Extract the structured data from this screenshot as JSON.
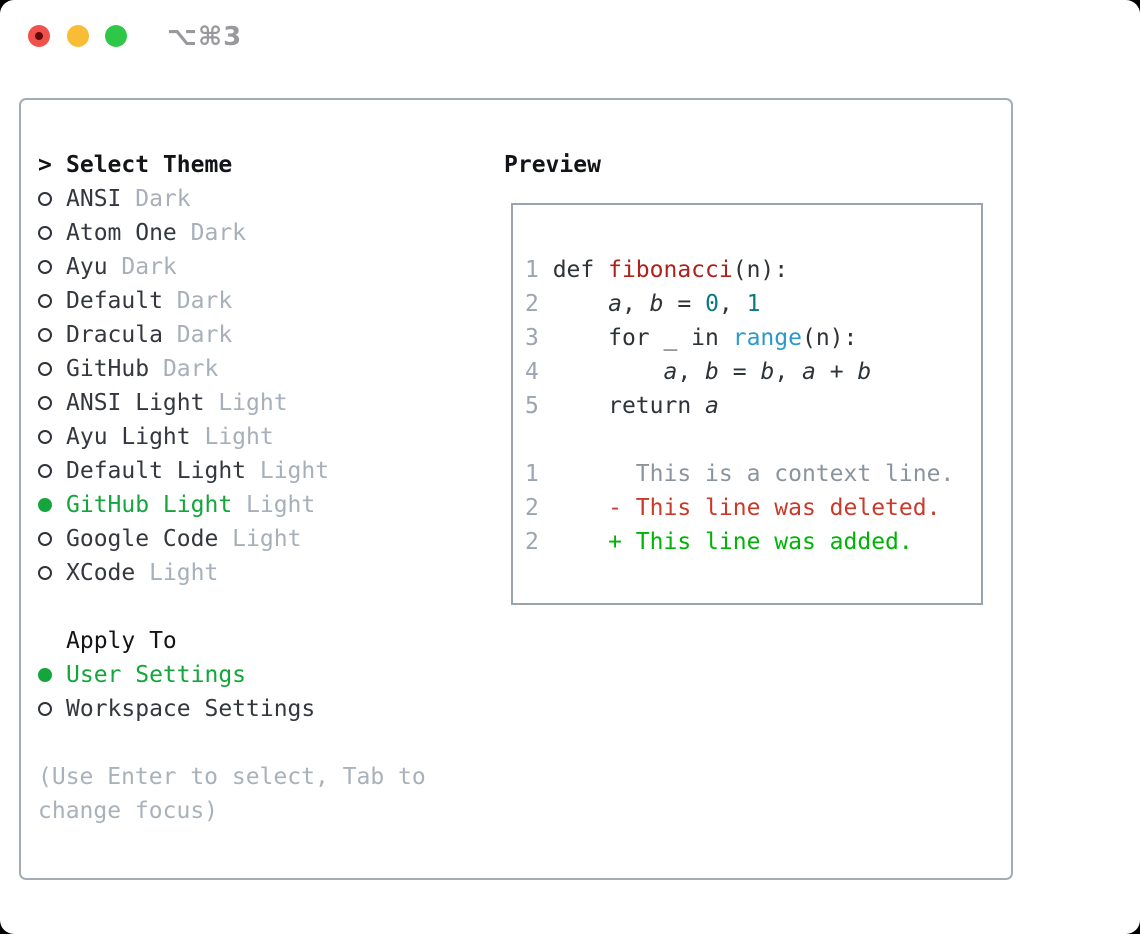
{
  "window_title": "⌥⌘3",
  "colors": {
    "code_text": "#2e3338",
    "list_text": "#34383e",
    "header_text": "#121417",
    "tag_gray": "#a7afba",
    "hint_gray": "#a9b1bb",
    "line_number_gray": "#9ba4af",
    "context_gray": "#8b949e",
    "selected_green": "#14a53c",
    "added_green": "#00b306",
    "deleted_red": "#c93a28",
    "function_red": "#ab231d",
    "number_teal": "#0b7a82",
    "builtin_blue": "#2a99cb",
    "panel_border": "#a4adb6",
    "box_border": "#9aa4ae",
    "title_gray": "#98989d",
    "ring_dark": "#2f343a",
    "traffic_red": "#f1514a",
    "traffic_red_dot": "#5f0b09",
    "traffic_yellow": "#f9bd35",
    "traffic_green": "#2fc748"
  },
  "left": {
    "header_prefix": ">",
    "header_label": "Select Theme",
    "themes": [
      {
        "name": "ANSI",
        "tag": "Dark",
        "selected": false
      },
      {
        "name": "Atom One",
        "tag": "Dark",
        "selected": false
      },
      {
        "name": "Ayu",
        "tag": "Dark",
        "selected": false
      },
      {
        "name": "Default",
        "tag": "Dark",
        "selected": false
      },
      {
        "name": "Dracula",
        "tag": "Dark",
        "selected": false
      },
      {
        "name": "GitHub",
        "tag": "Dark",
        "selected": false
      },
      {
        "name": "ANSI Light",
        "tag": "Light",
        "selected": false
      },
      {
        "name": "Ayu Light",
        "tag": "Light",
        "selected": false
      },
      {
        "name": "Default Light",
        "tag": "Light",
        "selected": false
      },
      {
        "name": "GitHub Light",
        "tag": "Light",
        "selected": true
      },
      {
        "name": "Google Code",
        "tag": "Light",
        "selected": false
      },
      {
        "name": "XCode",
        "tag": "Light",
        "selected": false
      }
    ],
    "apply_header": "Apply To",
    "apply_options": [
      {
        "name": "User Settings",
        "selected": true
      },
      {
        "name": "Workspace Settings",
        "selected": false
      }
    ],
    "hint_lines": [
      "(Use Enter to select, Tab to",
      "change focus)"
    ]
  },
  "preview": {
    "title": "Preview",
    "lines": [
      {
        "num": "1",
        "segs": [
          [
            "def ",
            "code"
          ],
          [
            "fibonacci",
            "func"
          ],
          [
            "(n):",
            "code"
          ]
        ]
      },
      {
        "num": "2",
        "segs": [
          [
            "    ",
            "code"
          ],
          [
            "a",
            "var"
          ],
          [
            ", ",
            "code"
          ],
          [
            "b",
            "var"
          ],
          [
            " = ",
            "code"
          ],
          [
            "0",
            "num"
          ],
          [
            ", ",
            "code"
          ],
          [
            "1",
            "num"
          ]
        ]
      },
      {
        "num": "3",
        "segs": [
          [
            "    for _ in ",
            "code"
          ],
          [
            "range",
            "builtin"
          ],
          [
            "(n):",
            "code"
          ]
        ]
      },
      {
        "num": "4",
        "segs": [
          [
            "        ",
            "code"
          ],
          [
            "a",
            "var"
          ],
          [
            ", ",
            "code"
          ],
          [
            "b",
            "var"
          ],
          [
            " = ",
            "code"
          ],
          [
            "b",
            "var"
          ],
          [
            ", ",
            "code"
          ],
          [
            "a",
            "var"
          ],
          [
            " + ",
            "code"
          ],
          [
            "b",
            "var"
          ]
        ]
      },
      {
        "num": "5",
        "segs": [
          [
            "    return ",
            "code"
          ],
          [
            "a",
            "var"
          ]
        ]
      },
      {
        "num": "",
        "segs": []
      },
      {
        "num": "1",
        "segs": [
          [
            "      This is a context line.",
            "context"
          ]
        ]
      },
      {
        "num": "2",
        "segs": [
          [
            "    - This line was deleted.",
            "deleted"
          ]
        ]
      },
      {
        "num": "2",
        "segs": [
          [
            "    + This line was added.",
            "added"
          ]
        ]
      }
    ]
  }
}
